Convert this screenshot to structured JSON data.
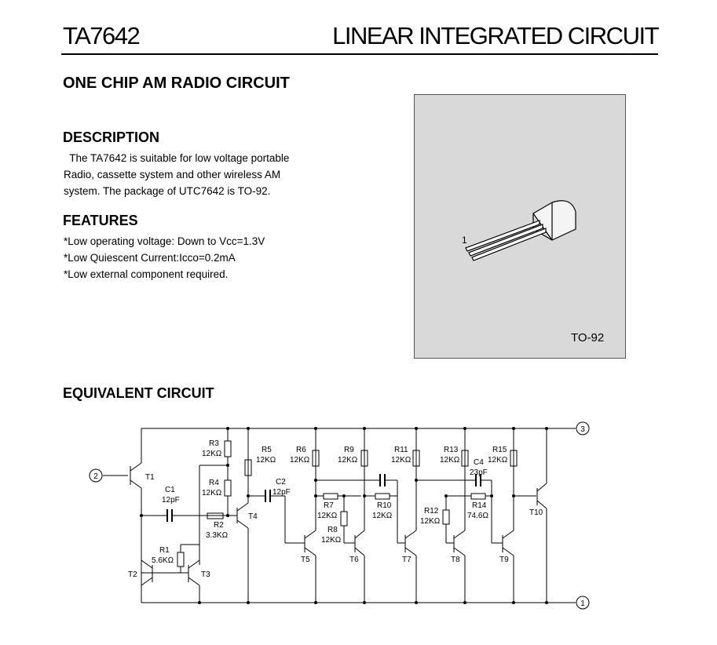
{
  "header": {
    "part_number": "TA7642",
    "doc_type": "LINEAR INTEGRATED CIRCUIT"
  },
  "title": "ONE CHIP AM RADIO CIRCUIT",
  "description": {
    "heading": "DESCRIPTION",
    "lines": [
      "  The TA7642 is suitable for low voltage portable",
      "Radio, cassette system and other wireless AM",
      "system. The  package of UTC7642 is TO-92."
    ]
  },
  "features": {
    "heading": "FEATURES",
    "items": [
      "*Low operating voltage: Down to Vcc=1.3V",
      "*Low Quiescent Current:Iccо=0.2mA",
      "*Low external component required."
    ]
  },
  "package": {
    "name": "TO-92",
    "pin_label": "1"
  },
  "equivalent_circuit": {
    "heading": "EQUIVALENT CIRCUIT",
    "pins": {
      "input": "2",
      "vcc": "3",
      "gnd": "1"
    },
    "transistors": [
      "T1",
      "T2",
      "T3",
      "T4",
      "T5",
      "T6",
      "T7",
      "T8",
      "T9",
      "T10"
    ],
    "resistors": {
      "R1": [
        "R1",
        "5.6KΩ"
      ],
      "R2": [
        "R2",
        "3.3KΩ"
      ],
      "R3": [
        "R3",
        "12KΩ"
      ],
      "R4": [
        "R4",
        "12KΩ"
      ],
      "R5": [
        "R5",
        "12KΩ"
      ],
      "R6": [
        "R6",
        "12KΩ"
      ],
      "R7": [
        "R7",
        "12KΩ"
      ],
      "R8": [
        "R8",
        "12KΩ"
      ],
      "R9": [
        "R9",
        "12KΩ"
      ],
      "R10": [
        "R10",
        "12KΩ"
      ],
      "R11": [
        "R11",
        "12KΩ"
      ],
      "R12": [
        "R12",
        "12KΩ"
      ],
      "R13": [
        "R13",
        "12KΩ"
      ],
      "R14": [
        "R14",
        "74.6Ω"
      ],
      "R15": [
        "R15",
        "12KΩ"
      ]
    },
    "capacitors": {
      "C1": [
        "C1",
        "12pF"
      ],
      "C2": [
        "C2",
        "12pF"
      ],
      "C4": [
        "C4",
        "23pF"
      ]
    }
  }
}
